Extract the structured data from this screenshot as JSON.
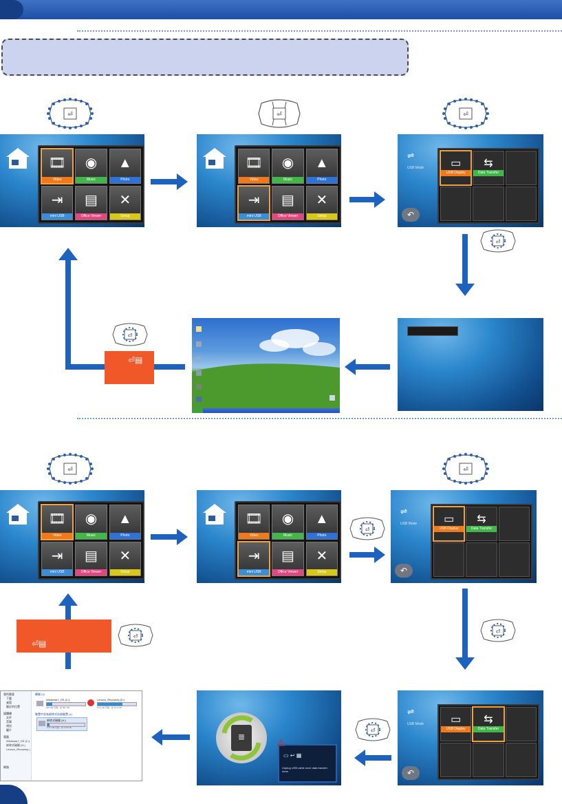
{
  "header": {
    "title": ""
  },
  "note": {
    "text": ""
  },
  "menu_tiles": [
    {
      "label": "Video",
      "icon": "film-icon",
      "color": "#f07a1b"
    },
    {
      "label": "Music",
      "icon": "disc-icon",
      "color": "#43b649"
    },
    {
      "label": "Photo",
      "icon": "photo-icon",
      "color": "#2e72d8"
    },
    {
      "label": "mini USB",
      "icon": "input-icon",
      "color": "#3a8dd9"
    },
    {
      "label": "Office Viewer",
      "icon": "document-icon",
      "color": "#e2477f"
    },
    {
      "label": "Setup",
      "icon": "tools-icon",
      "color": "#d9c819"
    }
  ],
  "usb_screen": {
    "mode_label": "USB Mode",
    "tiles": [
      {
        "label": "USB Display",
        "color": "#f07a1b"
      },
      {
        "label": "Data Transfer",
        "color": "#43b649"
      }
    ]
  },
  "flow1": {
    "exit_key_text": ""
  },
  "flow2": {
    "exit_key_text": ""
  },
  "transfer_dialog": {
    "text": "Unplug USB cable once data transfer done."
  },
  "explorer": {
    "sidebar": [
      "我的最爱",
      "下載",
      "桌面",
      "最近的位置",
      "媒體櫃",
      "文件",
      "音樂",
      "視訊",
      "圖片",
      "電腦",
      "Windows7_OS (C:)",
      "卸除式磁碟 (H:)",
      "Lenovo_Recovery (",
      "網路"
    ],
    "section_drives": "硬碟 (2)",
    "drive_c": {
      "name": "Windows7_OS (C:)",
      "free": "246 GB 可用，共 287 GB"
    },
    "drive_d": {
      "name": "Lenovo_Recovery (D:)",
      "free": "5.41 GB 可用，共 15.6 GB"
    },
    "section_removable": "裝置中含有卸除式存放裝置 (1)",
    "drive_h": {
      "name": "卸除式磁碟 (H:)",
      "free": "3.47 GB 可用，共 3.68 GB"
    }
  }
}
